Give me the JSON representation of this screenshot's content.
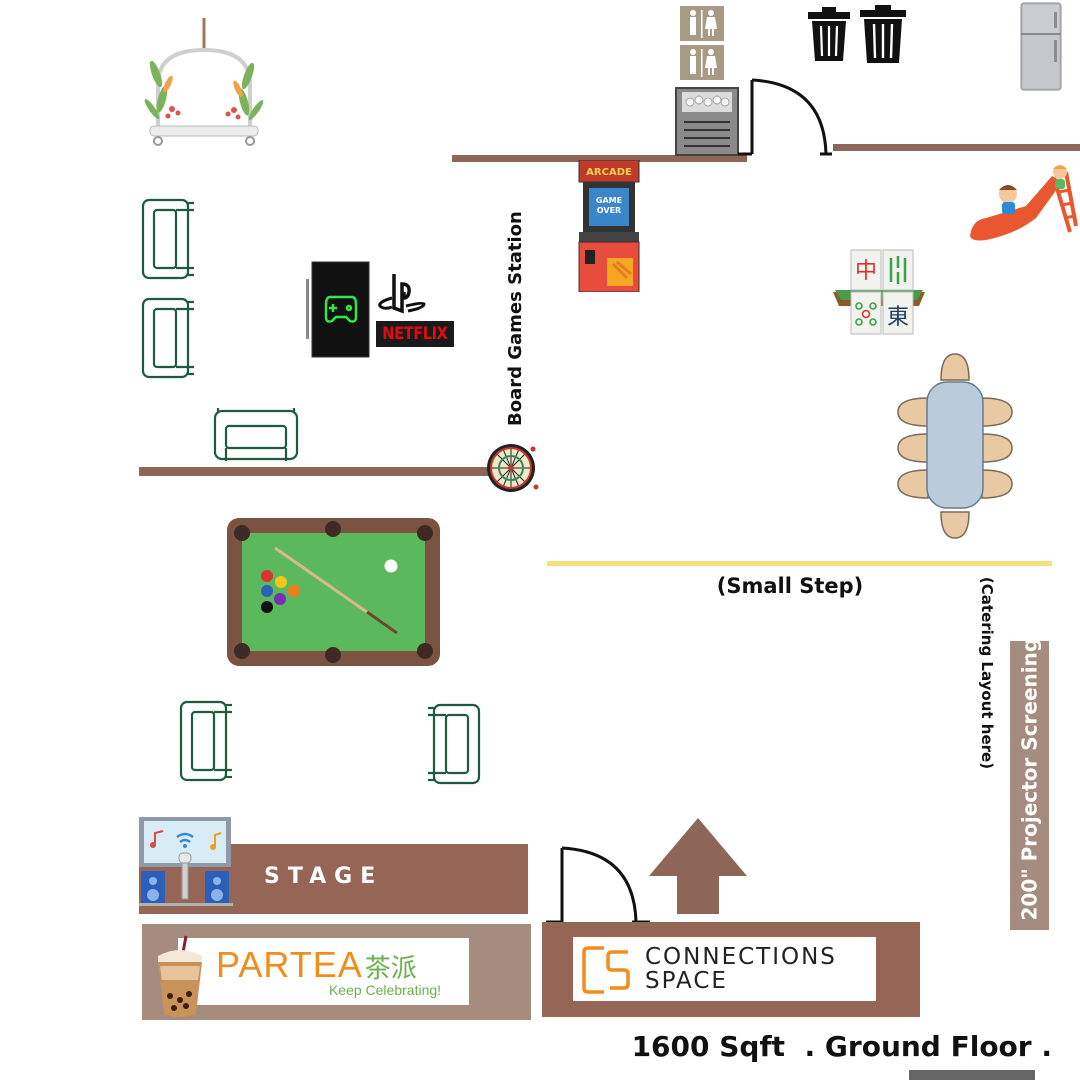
{
  "labels": {
    "board_games": "Board Games Station",
    "small_step": "(Small Step)",
    "catering": "(Catering Layout here)",
    "projector": "200\" Projector Screening",
    "stage": "STAGE",
    "footer": "1600 Sqft  . Ground Floor ."
  },
  "signs": {
    "arcade_title": "ARCADE",
    "arcade_screen_line1": "GAME",
    "arcade_screen_line2": "OVER",
    "netflix": "NETFLIX",
    "mahjong_tile_1": "中",
    "mahjong_tile_2": "東"
  },
  "brands": {
    "partea_name": "PARTEA",
    "partea_chinese": "茶派",
    "partea_tagline": "Keep Celebrating!",
    "cs_line1": "CONNECTIONS",
    "cs_line2": "SPACE"
  },
  "colors": {
    "wall": "#8d6657",
    "step_line": "#f5e07a",
    "table_green": "#5cb85c",
    "sofa_green": "#1e5a3c",
    "brand_orange": "#f28c1a"
  },
  "icons": [
    "swing-icon",
    "sofa-icon",
    "tv-icon",
    "playstation-icon",
    "netflix-logo",
    "arcade-icon",
    "dartboard-icon",
    "toilet-sign-icon",
    "trash-icon",
    "fridge-icon",
    "ice-machine-icon",
    "door-icon",
    "slide-icon",
    "mahjong-icon",
    "dining-table-icon",
    "pool-table-icon",
    "karaoke-icon",
    "entrance-arrow-icon"
  ]
}
